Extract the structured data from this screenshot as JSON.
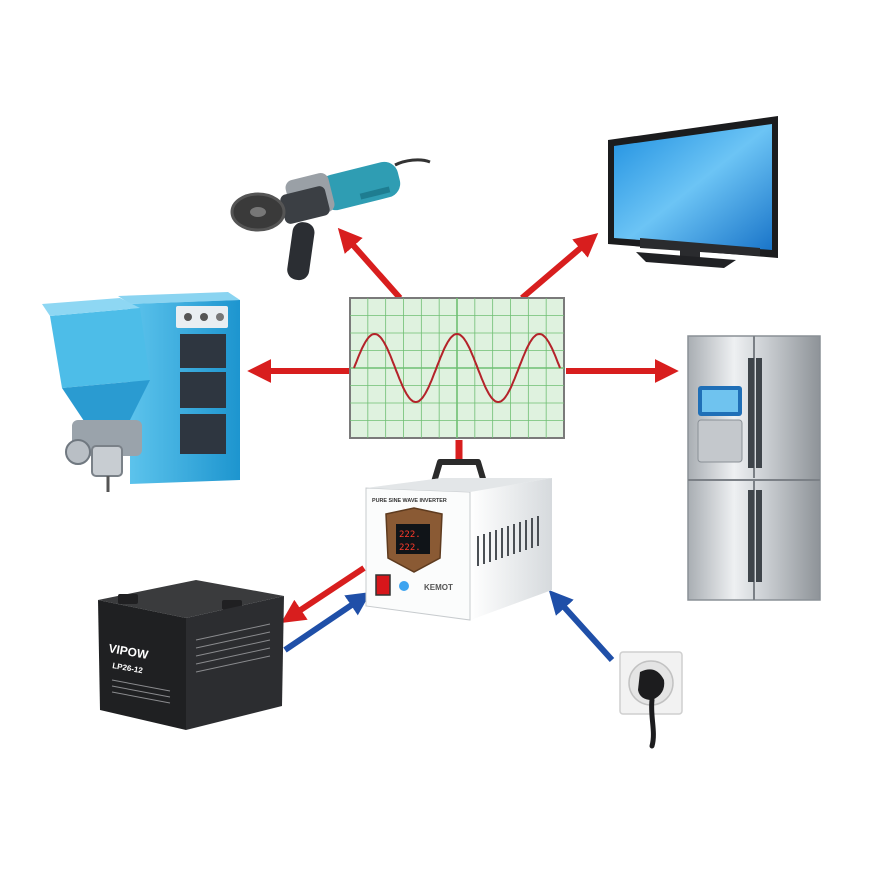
{
  "diagram": {
    "center": {
      "name": "oscilloscope-sine-wave"
    },
    "inverter": {
      "header_label": "PURE SINE WAVE INVERTER",
      "brand": "KEMOT",
      "display_top": "222.",
      "display_bottom": "222."
    },
    "battery": {
      "brand": "VIPOW",
      "model": "LP26-12"
    },
    "colors": {
      "output_arrow": "#d81e1e",
      "input_arrow": "#1f4fa8",
      "wave": "#b4232a",
      "scope_bg": "#dff2df",
      "scope_grid": "#6fbf73",
      "boiler_blue": "#2ea8db",
      "inverter_body": "#eceff1"
    },
    "icons": [
      "angle-grinder-icon",
      "tv-icon",
      "boiler-icon",
      "fridge-icon",
      "inverter-icon",
      "battery-icon",
      "wall-socket-icon"
    ]
  }
}
